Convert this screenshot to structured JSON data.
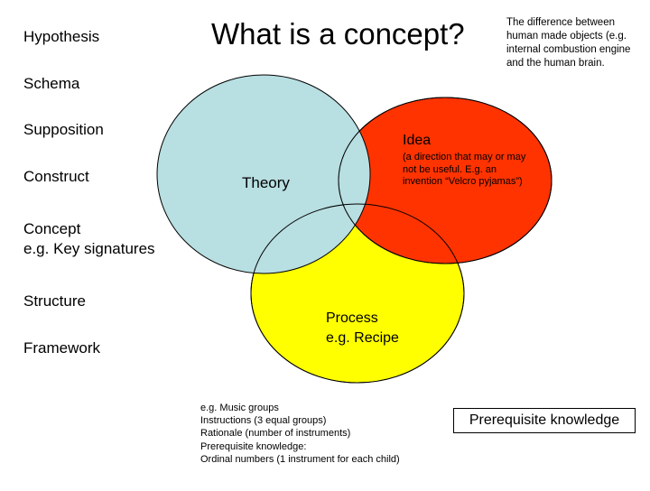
{
  "title": "What is a concept?",
  "terms": [
    "Hypothesis",
    "Schema",
    "Supposition",
    "Construct",
    "Concept",
    "e.g. Key signatures",
    "Structure",
    "Framework"
  ],
  "top_right_note": "The difference between human made objects (e.g. internal combustion engine and the human brain.",
  "venn": {
    "theory": {
      "label": "Theory",
      "color": "#b8dfe2"
    },
    "idea": {
      "label": "Idea",
      "description": "(a direction that may or may not be useful. E.g. an invention “Velcro pyjamas”)",
      "color": "#ff3300"
    },
    "process": {
      "label": "Process",
      "example": "e.g. Recipe",
      "color": "#ffff00"
    }
  },
  "example_notes": [
    "e.g. Music groups",
    "Instructions (3 equal groups)",
    "Rationale (number of instruments)",
    "Prerequisite knowledge:",
    "Ordinal numbers (1 instrument for each child)"
  ],
  "prerequisite_box": "Prerequisite knowledge"
}
